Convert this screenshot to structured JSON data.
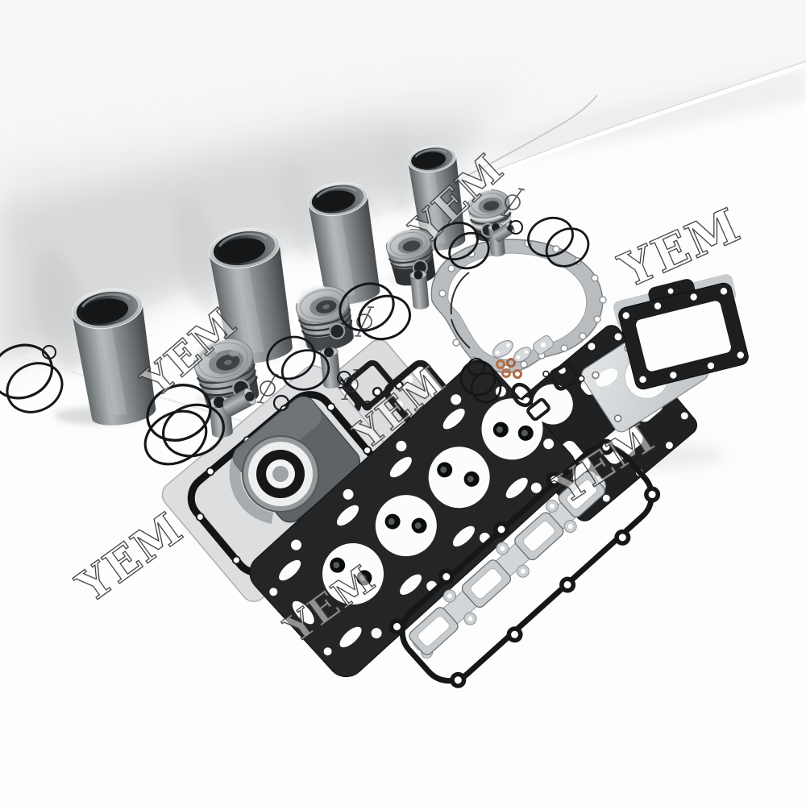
{
  "photo": {
    "type": "product-photograph",
    "subject": "Engine overhaul rebuild kit: 4 cylinder liners, 4 pistons with pins and ring sets, full engine gasket set",
    "background_color": "#ffffff"
  },
  "watermark": {
    "text": "YEM",
    "count": 7,
    "style": "rotated outlined serif"
  },
  "colors": {
    "steel_highlight": "#d3d6d7",
    "steel_mid": "#8f9598",
    "steel_dark": "#53575a",
    "rubber_gasket_black": "#1c1e20",
    "metal_gasket_silver": "#cfd2d4",
    "timing_gasket_gray": "#b9bdbf",
    "copper_washer": "#b5714a",
    "wall_shadow_gray": "#d6d7d8"
  },
  "parts": {
    "cylinder_liner_count": 4,
    "piston_count": 4,
    "piston_pin_count": 6,
    "piston_ring_set_count": 6,
    "copper_washer_count": 4,
    "gasket_items": [
      "rear main seal with housing",
      "oil pan gasket plate",
      "block plate gasket",
      "water outlet square gaskets",
      "timing cover gasket",
      "rear plate gasket",
      "side plate gasket with bore",
      "cover frame gasket",
      "cylinder head gasket",
      "valve cover gasket",
      "exhaust manifold gasket",
      "o-rings",
      "copper washers"
    ]
  }
}
